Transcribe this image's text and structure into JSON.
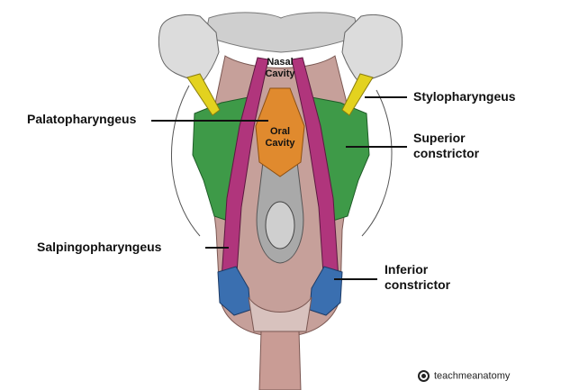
{
  "labels": {
    "palatopharyngeus": "Palatopharyngeus",
    "stylopharyngeus": "Stylopharyngeus",
    "superior_line1": "Superior",
    "superior_line2": "constrictor",
    "salpingopharyngeus": "Salpingopharyngeus",
    "inferior_line1": "Inferior",
    "inferior_line2": "constrictor"
  },
  "inner_labels": {
    "nasal_line1": "Nasal",
    "nasal_line2": "Cavity",
    "oral_line1": "Oral",
    "oral_line2": "Cavity"
  },
  "watermark": "teachmeanatomy",
  "colors": {
    "superior_constrictor": "#3e9a48",
    "palatopharyngeus": "#e08a2e",
    "salpingopharyngeus": "#b0357c",
    "stylopharyngeus": "#e3d21f",
    "inferior_constrictor": "#3a6fb0",
    "bone": "#d8d8d8",
    "tissue": "#c9a39c"
  }
}
